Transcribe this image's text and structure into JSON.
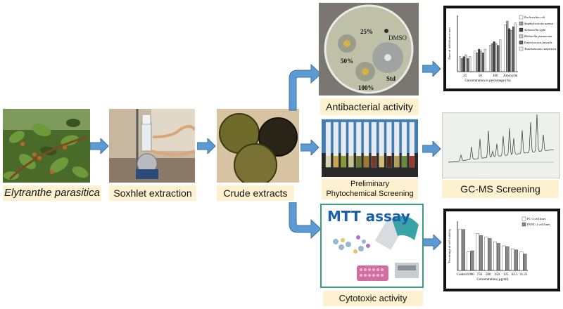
{
  "colors": {
    "label_bg": "#fdf1cf",
    "arrow": "#5b9bd5",
    "arrow_dark": "#41719c",
    "frame": "#111111"
  },
  "stages": {
    "plant": "Elytranthe parasitica",
    "soxhlet": "Soxhlet extraction",
    "crude": "Crude extracts",
    "antibacterial": "Antibacterial activity",
    "phyto_line1": "Preliminary",
    "phyto_line2": "Phytochemical Screening",
    "gcms": "GC-MS Screening",
    "cytotoxic": "Cytotoxic activity"
  },
  "petri_labels": {
    "p25": "25%",
    "dmso": "DMSO",
    "p50": "50%",
    "std": "Std",
    "p100": "100%"
  },
  "mtt": {
    "title": "MTT assay"
  },
  "chart_data": [
    {
      "type": "bar",
      "ylabel": "Zone of inhibition in mm",
      "xlabel": "Concentration in percentage (%)",
      "categories": [
        "25",
        "50",
        "100",
        "Amoxylin"
      ],
      "ylim": [
        0,
        30
      ],
      "legend_position": "right",
      "series": [
        {
          "name": "Escherichia coli",
          "values": [
            8,
            11,
            14,
            25
          ]
        },
        {
          "name": "Staphylococcus aureus",
          "values": [
            7,
            10,
            15,
            27
          ]
        },
        {
          "name": "Salmonella typhi",
          "values": [
            8,
            12,
            16,
            23
          ]
        },
        {
          "name": "Klebsiella pneumonia",
          "values": [
            9,
            11,
            15,
            22
          ]
        },
        {
          "name": "Enterococcus faecalis",
          "values": [
            7,
            10,
            14,
            24
          ]
        },
        {
          "name": "Xanthomonas campestris",
          "values": [
            8,
            12,
            17,
            26
          ]
        }
      ]
    },
    {
      "type": "line",
      "peaks_x": [
        0.12,
        0.22,
        0.3,
        0.38,
        0.42,
        0.46,
        0.52,
        0.58,
        0.62,
        0.7,
        0.78,
        0.84,
        0.9
      ]
    },
    {
      "type": "bar",
      "ylabel": "Percentage of cell viability",
      "xlabel": "Concentration (µg/ml)",
      "categories": [
        "Control",
        "1000",
        "750",
        "500",
        "250",
        "125",
        "62.5",
        "31.25"
      ],
      "ylim": [
        0,
        120
      ],
      "legend_position": "top-right",
      "series": [
        {
          "name": "PC-3 cell lines",
          "values": [
            100,
            45,
            90,
            82,
            70,
            60,
            52,
            45
          ]
        },
        {
          "name": "PANC-1 cell lines",
          "values": [
            100,
            48,
            85,
            78,
            66,
            58,
            50,
            40
          ]
        }
      ]
    }
  ]
}
